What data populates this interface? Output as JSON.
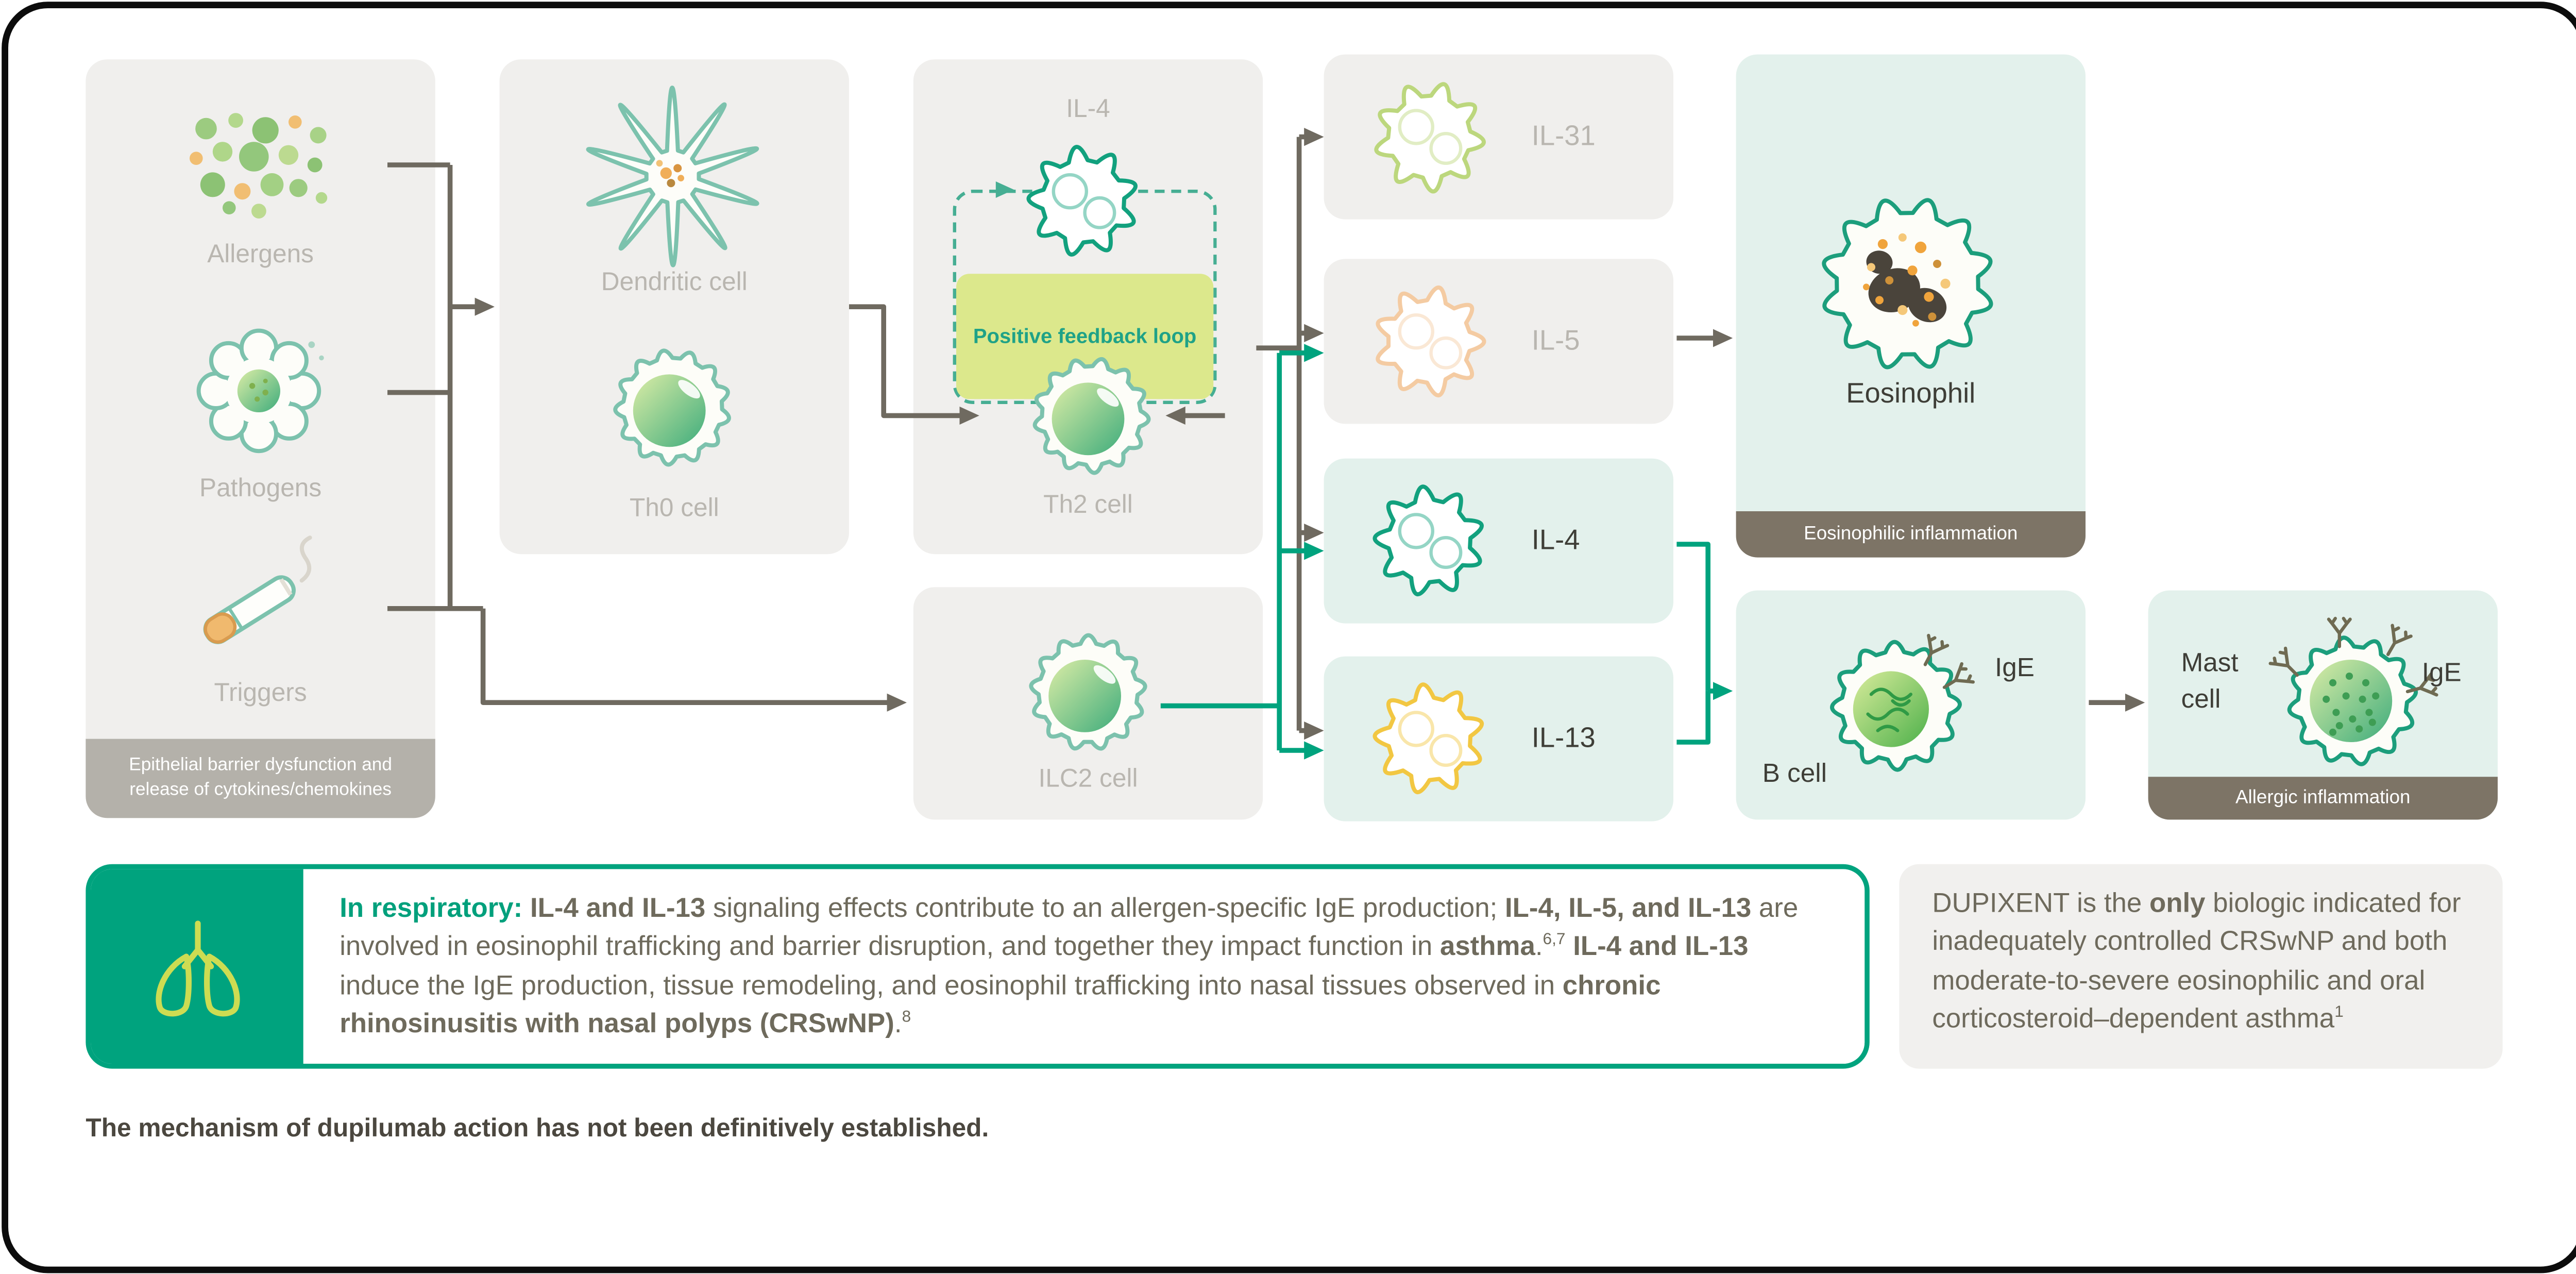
{
  "colors": {
    "accent_green": "#00A37E",
    "teal_panel": "#E3F1EC",
    "gray_panel": "#F0EFED",
    "banner_taupe": "#7D7466",
    "caption_gray": "#B4B1AA",
    "arrow_gray": "#6F6A60",
    "dashed_loop_teal": "#46AE93",
    "feedback_box_bg": "#DCE88C"
  },
  "pathway": {
    "triggers_panel": {
      "items": [
        "Allergens",
        "Pathogens",
        "Triggers"
      ],
      "caption": "Epithelial barrier dysfunction and release of cytokines/chemokines"
    },
    "apc_panel": {
      "dendritic_label": "Dendritic cell",
      "th0_label": "Th0 cell"
    },
    "th2_panel": {
      "il4_label": "IL-4",
      "feedback_label": "Positive feedback loop",
      "th2_label": "Th2 cell"
    },
    "ilc2_panel": {
      "label": "ILC2 cell"
    },
    "cytokines": [
      {
        "label": "IL-31",
        "color": "#BCD77D",
        "highlighted": false
      },
      {
        "label": "IL-5",
        "color": "#F4CBA2",
        "highlighted": false
      },
      {
        "label": "IL-4",
        "color": "#12A17E",
        "highlighted": true
      },
      {
        "label": "IL-13",
        "color": "#F2C742",
        "highlighted": true
      }
    ],
    "eosinophil_panel": {
      "label": "Eosinophil",
      "banner": "Eosinophilic inflammation"
    },
    "bcell_panel": {
      "label": "B cell",
      "ige_label": "IgE"
    },
    "mast_panel": {
      "label": "Mast cell",
      "ige_label": "IgE",
      "banner": "Allergic inflammation"
    }
  },
  "respiratory_callout": {
    "segments": [
      {
        "t": "In respiratory: ",
        "b": true,
        "c": "#00A07C"
      },
      {
        "t": "IL-4 and IL-13",
        "b": true
      },
      {
        "t": " signaling effects contribute to an allergen-specific IgE production; "
      },
      {
        "t": "IL-4, IL-5, and IL-13",
        "b": true
      },
      {
        "t": " are involved in eosinophil trafficking and barrier disruption, and together they impact function in "
      },
      {
        "t": "asthma",
        "b": true
      },
      {
        "t": "."
      },
      {
        "t": "6,7",
        "sup": true
      },
      {
        "t": " "
      },
      {
        "t": "IL-4 and IL-13",
        "b": true
      },
      {
        "t": " induce the IgE production, tissue remodeling, and eosinophil trafficking into nasal tissues observed in "
      },
      {
        "t": "chronic rhinosinusitis with nasal polyps (CRSwNP)",
        "b": true
      },
      {
        "t": "."
      },
      {
        "t": "8",
        "sup": true
      }
    ]
  },
  "indication_box": {
    "segments": [
      {
        "t": "DUPIXENT is the "
      },
      {
        "t": "only",
        "b": true
      },
      {
        "t": " biologic indicated for inadequately controlled CRSwNP and both moderate-to-severe eosinophilic and oral corticosteroid–dependent asthma"
      },
      {
        "t": "1",
        "sup": true
      }
    ]
  },
  "footnote": "The mechanism of dupilumab action has not been definitively established.",
  "icons": {
    "allergens": "allergen-particles-icon",
    "pathogens": "pathogen-cell-icon",
    "triggers": "cigarette-icon",
    "dendritic": "dendritic-cell-icon",
    "th0": "th0-cell-icon",
    "il4_molecule": "cytokine-blob-icon",
    "th2": "th2-cell-icon",
    "ilc2": "ilc2-cell-icon",
    "eosinophil": "eosinophil-cell-icon",
    "bcell": "b-cell-icon",
    "mast": "mast-cell-icon",
    "antibody": "ige-antibody-icon",
    "lungs": "lungs-icon"
  }
}
